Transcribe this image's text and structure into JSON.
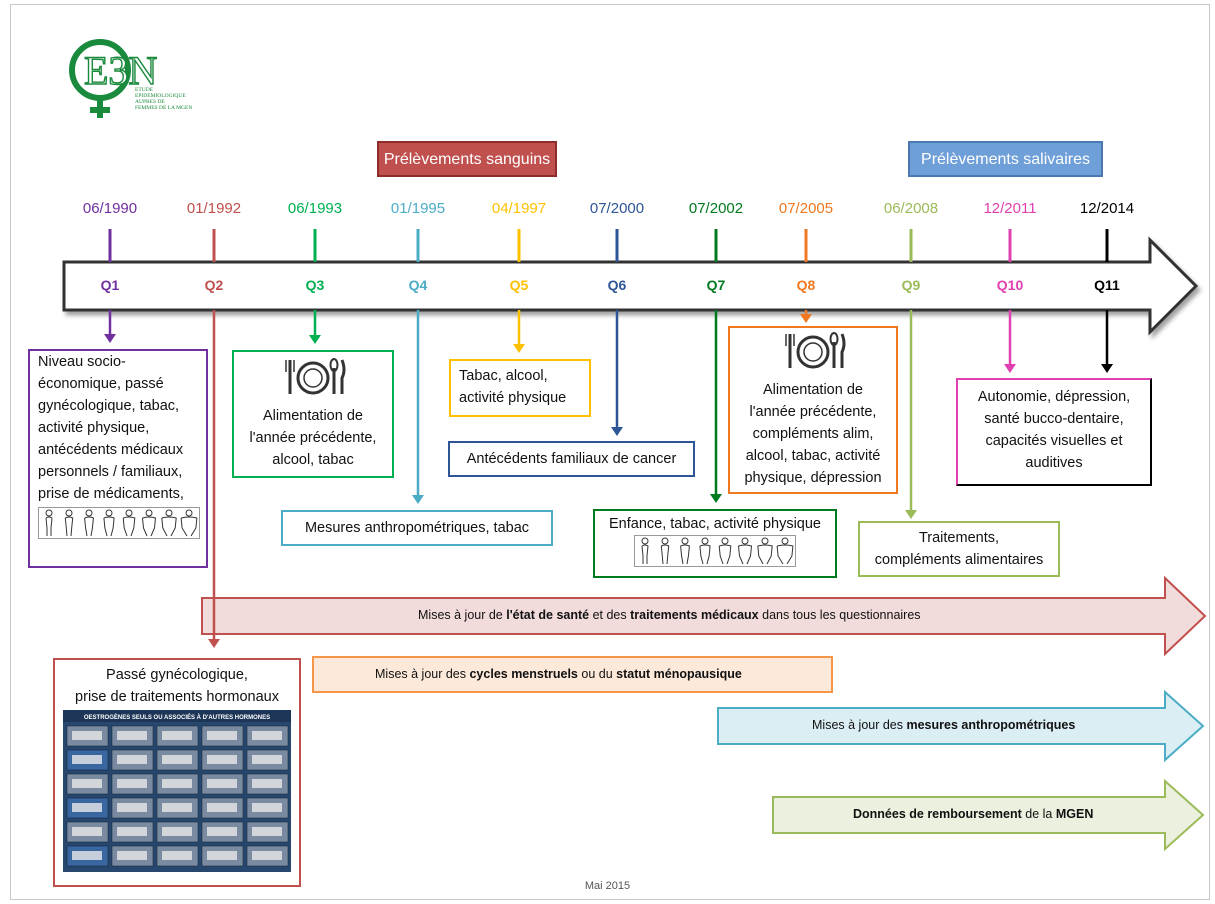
{
  "logo": {
    "acronym": "E3N",
    "lines": [
      "ETUDE",
      "EPIDEMIOLOGIQUE",
      "AUPRES DE",
      "FEMMES DE LA MGEN"
    ]
  },
  "headers": {
    "blood": "Prélèvements sanguins",
    "saliva": "Prélèvements salivaires"
  },
  "questionnaires": [
    {
      "q": "Q1",
      "date": "06/1990",
      "color": "#7030a0"
    },
    {
      "q": "Q2",
      "date": "01/1992",
      "color": "#c0504d"
    },
    {
      "q": "Q3",
      "date": "06/1993",
      "color": "#00b050"
    },
    {
      "q": "Q4",
      "date": "01/1995",
      "color": "#4bacc6"
    },
    {
      "q": "Q5",
      "date": "04/1997",
      "color": "#ffc000"
    },
    {
      "q": "Q6",
      "date": "07/2000",
      "color": "#2e5597"
    },
    {
      "q": "Q7",
      "date": "07/2002",
      "color": "#007a1f"
    },
    {
      "q": "Q8",
      "date": "07/2005",
      "color": "#f07820"
    },
    {
      "q": "Q9",
      "date": "06/2008",
      "color": "#9bbb59"
    },
    {
      "q": "Q10",
      "date": "12/2011",
      "color": "#e040b0"
    },
    {
      "q": "Q11",
      "date": "12/2014",
      "color": "#000000"
    }
  ],
  "boxes": {
    "q1": [
      "Niveau socio-",
      "économique, passé",
      "gynécologique, tabac,",
      "activité physique,",
      "antécédents médicaux",
      "personnels / familiaux,",
      "prise de médicaments,"
    ],
    "q2": [
      "Passé gynécologique,",
      "prise de traitements hormonaux"
    ],
    "q2_image_title": "OESTROGÈNES SEULS OU ASSOCIÉS À D'AUTRES HORMONES",
    "q3": [
      "Alimentation de",
      "l'année précédente,",
      "alcool, tabac"
    ],
    "q4": [
      "Mesures anthropométriques, tabac"
    ],
    "q5": [
      "Tabac, alcool,",
      "activité physique"
    ],
    "q6": [
      "Antécédents familiaux de cancer"
    ],
    "q7": [
      "Enfance, tabac, activité physique"
    ],
    "q8": [
      "Alimentation de",
      "l'année précédente,",
      "compléments alim,",
      "alcool, tabac, activité",
      "physique, dépression"
    ],
    "q9": [
      "Traitements,",
      "compléments alimentaires"
    ],
    "q10": [
      "Autonomie, dépression,",
      "santé bucco-dentaire,",
      "capacités visuelles et",
      "auditives"
    ]
  },
  "bands": {
    "health": {
      "pre": "Mises à jour de ",
      "b1": "l'état de santé",
      "mid": " et des ",
      "b2": "traitements médicaux",
      "post": " dans tous les questionnaires"
    },
    "menstrual": {
      "pre": "Mises à jour des ",
      "b1": "cycles menstruels",
      "mid": " ou du ",
      "b2": "statut ménopausique",
      "post": ""
    },
    "anthro": {
      "pre": "Mises à jour des ",
      "b1": "mesures anthropométriques",
      "mid": "",
      "b2": "",
      "post": ""
    },
    "mgen": {
      "pre": "",
      "b1": "Données de remboursement",
      "mid": " de la ",
      "b2": "MGEN",
      "post": ""
    }
  },
  "colors": {
    "blood_fill": "#c0504d",
    "blood_border": "#8c2d2b",
    "saliva_fill": "#6f9fd8",
    "saliva_border": "#4a78b0",
    "health_band": "#f2dcdb",
    "health_border": "#c0504d",
    "menstrual_band": "#fde9d9",
    "menstrual_border": "#f79646",
    "anthro_band": "#dbeef4",
    "anthro_border": "#4bacc6",
    "mgen_band": "#ebf1de",
    "mgen_border": "#9bbb59"
  },
  "footer": "Mai 2015"
}
